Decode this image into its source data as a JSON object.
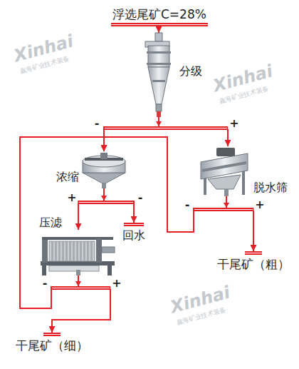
{
  "diagram": {
    "nodes": [
      {
        "text": [
          "浮选尾矿C=28%"
        ]
      },
      {
        "text": [
          "分级"
        ]
      },
      {
        "text": [
          "浓缩"
        ]
      },
      {
        "text": [
          "脱水筛"
        ]
      },
      {
        "text": [
          "压滤"
        ]
      },
      {
        "text": [
          "回水"
        ]
      },
      {
        "text": [
          "干尾矿（粗）"
        ]
      },
      {
        "text": [
          "干尾矿（细）"
        ]
      }
    ],
    "edges": [
      {
        "from": 0,
        "to": 1,
        "arrow": "to"
      },
      {
        "from": 1,
        "to": 2,
        "arrow": "to",
        "label": "-"
      },
      {
        "from": 1,
        "to": 3,
        "arrow": "to",
        "label": "+"
      },
      {
        "from": 2,
        "to": 4,
        "arrow": "to",
        "label": "+"
      },
      {
        "from": 2,
        "to": 5,
        "arrow": "to",
        "label": "-"
      },
      {
        "from": 3,
        "to": 2,
        "arrow": "to",
        "label": "-"
      },
      {
        "from": 3,
        "to": 6,
        "arrow": "to",
        "label": "+"
      },
      {
        "from": 4,
        "to": 2,
        "arrow": "to",
        "label": "-"
      },
      {
        "from": 4,
        "to": 7,
        "arrow": "to",
        "label": "+"
      }
    ],
    "labels": [
      "Xinhai",
      "鑫海矿业技术装备",
      "Xinhai",
      "鑫海矿业技术装备",
      "Xinhai",
      "鑫海矿业技术装备"
    ]
  }
}
